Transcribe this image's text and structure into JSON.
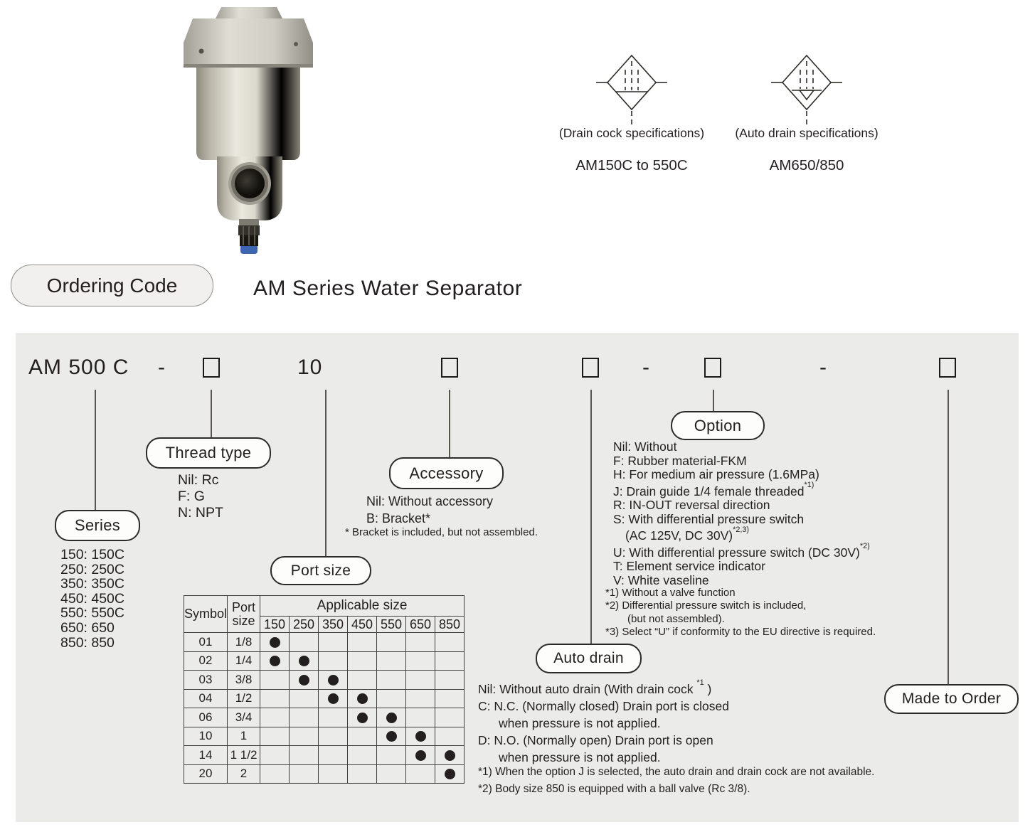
{
  "page": {
    "box_bg": "#ebebe9",
    "ink": "#231f20",
    "accent_blue": "#3e66b0"
  },
  "header": {
    "badge": "Ordering Code",
    "title": "AM Series Water Separator"
  },
  "symbols": {
    "drain_cock": {
      "caption": "(Drain cock specifications)",
      "models": "AM150C to 550C"
    },
    "auto_drain": {
      "caption": "(Auto drain specifications)",
      "models": "AM650/850"
    }
  },
  "code_line": {
    "model": "AM 500 C",
    "dash": "-",
    "port_code": "10"
  },
  "sections": {
    "series": {
      "label": "Series",
      "options": [
        "150: 150C",
        "250: 250C",
        "350: 350C",
        "450: 450C",
        "550: 550C",
        "650: 650",
        "850: 850"
      ]
    },
    "thread_type": {
      "label": "Thread type",
      "options": [
        "Nil: Rc",
        "F: G",
        "N: NPT"
      ]
    },
    "accessory": {
      "label": "Accessory",
      "options": [
        "Nil: Without accessory",
        "B: Bracket*"
      ],
      "footnote": "* Bracket is included, but not assembled."
    },
    "port_size": {
      "label": "Port size"
    },
    "option": {
      "label": "Option",
      "options": [
        {
          "text": "Nil: Without"
        },
        {
          "text": "F: Rubber material-FKM"
        },
        {
          "text": "H: For medium air pressure (1.6MPa)"
        },
        {
          "text": "J: Drain guide 1/4 female threaded",
          "sup": "*1)"
        },
        {
          "text": "R: IN-OUT reversal direction"
        },
        {
          "text": "S: With differential pressure switch"
        },
        {
          "text": "(AC 125V, DC 30V)",
          "sup": "*2,3)",
          "indent": true
        },
        {
          "text": "U: With differential pressure switch (DC 30V)",
          "sup": "*2)"
        },
        {
          "text": "T: Element service indicator"
        },
        {
          "text": "V: White vaseline"
        }
      ],
      "footnotes": [
        {
          "text": "*1) Without a valve function"
        },
        {
          "text": "*2) Differential pressure switch is included,"
        },
        {
          "text": "(but not assembled).",
          "indent": true
        },
        {
          "text": "*3) Select “U” if conformity to the EU directive is required."
        }
      ]
    },
    "auto_drain": {
      "label": "Auto drain",
      "options": [
        {
          "text": "Nil: Without auto drain (With drain cock ",
          "sup": "*1",
          "post": " )"
        },
        {
          "text": "C: N.C. (Normally closed) Drain port is closed"
        },
        {
          "text": "when pressure is not applied.",
          "indent": true
        },
        {
          "text": "D: N.O. (Normally open) Drain port is open"
        },
        {
          "text": "when pressure is not applied.",
          "indent": true
        }
      ],
      "footnotes": [
        {
          "text": "*1) When the option J is selected, the auto drain and drain cock are not available."
        },
        {
          "text": "*2) Body size 850 is equipped with a ball valve (Rc 3/8)."
        }
      ]
    },
    "made_to_order": {
      "label": "Made to Order"
    }
  },
  "port_size_table": {
    "col_symbol": "Symbol",
    "col_port": [
      "Port",
      "size"
    ],
    "col_applicable": "Applicable size",
    "sizes": [
      "150",
      "250",
      "350",
      "450",
      "550",
      "650",
      "850"
    ],
    "rows": [
      {
        "symbol": "01",
        "port": "1/8",
        "dots": [
          "150"
        ]
      },
      {
        "symbol": "02",
        "port": "1/4",
        "dots": [
          "150",
          "250"
        ]
      },
      {
        "symbol": "03",
        "port": "3/8",
        "dots": [
          "250",
          "350"
        ]
      },
      {
        "symbol": "04",
        "port": "1/2",
        "dots": [
          "350",
          "450"
        ]
      },
      {
        "symbol": "06",
        "port": "3/4",
        "dots": [
          "450",
          "550"
        ]
      },
      {
        "symbol": "10",
        "port": "1",
        "dots": [
          "550",
          "650"
        ]
      },
      {
        "symbol": "14",
        "port": "1 1/2",
        "dots": [
          "650",
          "850"
        ]
      },
      {
        "symbol": "20",
        "port": "2",
        "dots": [
          "850"
        ]
      }
    ]
  }
}
